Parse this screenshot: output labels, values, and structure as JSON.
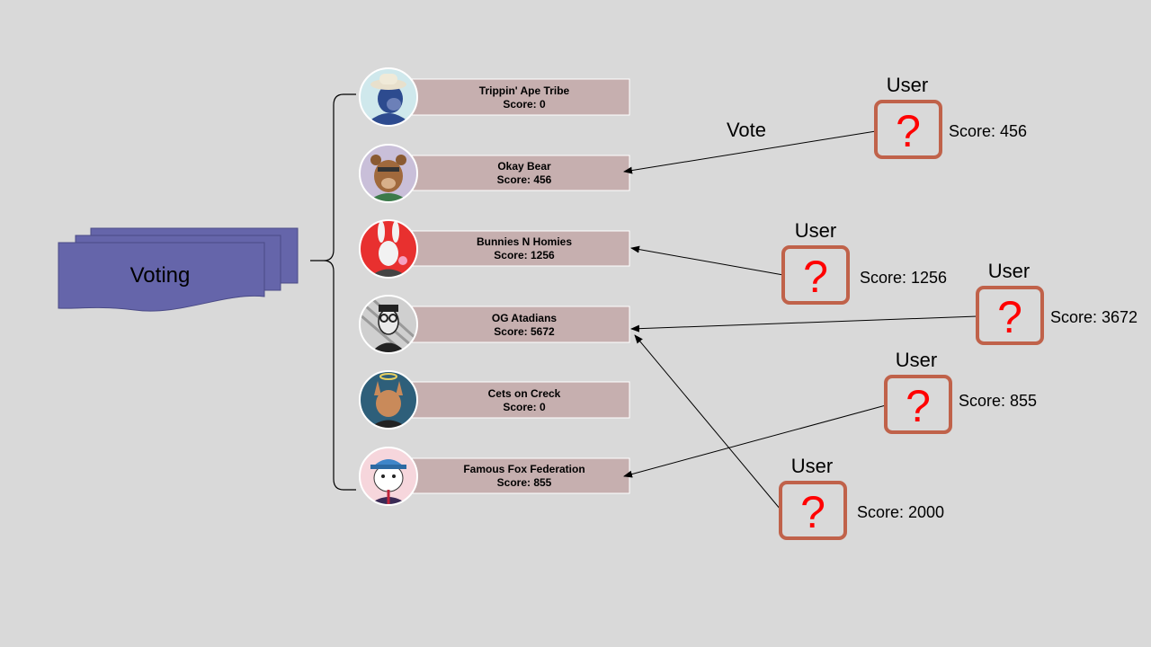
{
  "voting": {
    "label": "Voting"
  },
  "vote_label": "Vote",
  "colors": {
    "background": "#d9d9d9",
    "voting_fill": "#6565aa",
    "voting_stroke": "#4a4a86",
    "nft_box_fill": "#c6afaf",
    "user_box_stroke": "#c0624a",
    "question_mark": "#ff0000"
  },
  "nfts": [
    {
      "name": "Trippin' Ape Tribe",
      "score": "Score: 0",
      "avatar_icon": "ape-icon"
    },
    {
      "name": "Okay Bear",
      "score": "Score: 456",
      "avatar_icon": "bear-icon"
    },
    {
      "name": "Bunnies N Homies",
      "score": "Score: 1256",
      "avatar_icon": "bunny-icon"
    },
    {
      "name": "OG Atadians",
      "score": "Score: 5672",
      "avatar_icon": "atadian-icon"
    },
    {
      "name": "Cets on Creck",
      "score": "Score: 0",
      "avatar_icon": "cat-icon"
    },
    {
      "name": "Famous Fox Federation",
      "score": "Score: 855",
      "avatar_icon": "fox-icon"
    }
  ],
  "users": [
    {
      "title": "User",
      "mark": "?",
      "score": "Score: 456",
      "votes_for": "Okay Bear"
    },
    {
      "title": "User",
      "mark": "?",
      "score": "Score: 1256",
      "votes_for": "Bunnies N Homies"
    },
    {
      "title": "User",
      "mark": "?",
      "score": "Score: 3672",
      "votes_for": "OG Atadians"
    },
    {
      "title": "User",
      "mark": "?",
      "score": "Score: 855",
      "votes_for": "Famous Fox Federation"
    },
    {
      "title": "User",
      "mark": "?",
      "score": "Score: 2000",
      "votes_for": "OG Atadians"
    }
  ]
}
